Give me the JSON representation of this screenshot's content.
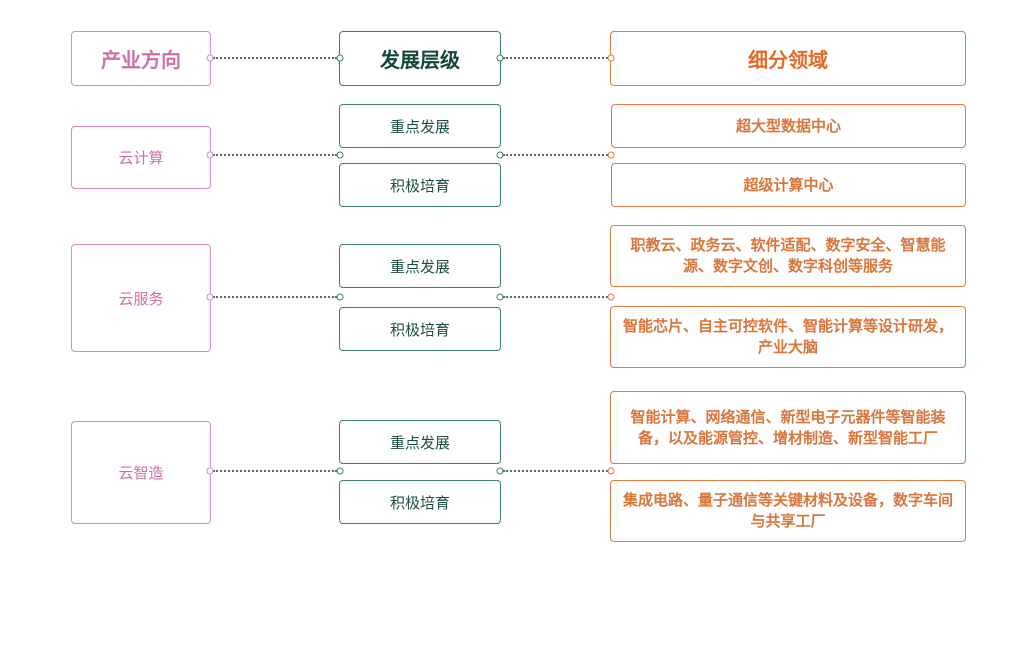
{
  "header": {
    "category": "产业方向",
    "level": "发展层级",
    "field": "细分领域"
  },
  "rows": [
    {
      "category": "云计算",
      "levels": [
        "重点发展",
        "积极培育"
      ],
      "fields": [
        "超大型数据中心",
        "超级计算中心"
      ]
    },
    {
      "category": "云服务",
      "levels": [
        "重点发展",
        "积极培育"
      ],
      "fields": [
        "职教云、政务云、软件适配、数字安全、智慧能源、数字文创、数字科创等服务",
        "智能芯片、自主可控软件、智能计算等设计研发，产业大脑"
      ]
    },
    {
      "category": "云智造",
      "levels": [
        "重点发展",
        "积极培育"
      ],
      "fields": [
        "智能计算、网络通信、新型电子元器件等智能装备，以及能源管控、增材制造、新型智能工厂",
        "集成电路、量子通信等关键材料及设备，数字车间与共享工厂"
      ]
    }
  ],
  "colors": {
    "category": "#d88bbd",
    "level": "#3f7f6a",
    "field": "#e07a3f",
    "connector": "#4f6d66"
  }
}
